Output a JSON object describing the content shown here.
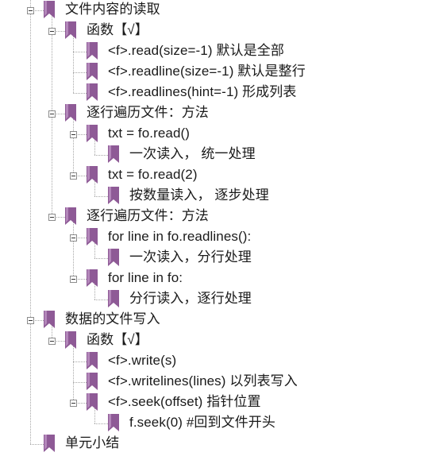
{
  "colors": {
    "bookmark": "#8e5a96",
    "guide": "#a6a6a6"
  },
  "icons": {
    "toggle": "collapse-minus-icon",
    "node": "bookmark-icon"
  },
  "nodes": [
    {
      "id": "file-read",
      "text": "文件内容的读取",
      "depth": 0,
      "expanded": true,
      "last": false
    },
    {
      "id": "read-functions",
      "text": "函数【√】",
      "depth": 1,
      "expanded": true,
      "last": false
    },
    {
      "id": "read-size",
      "text": "<f>.read(size=-1) 默认是全部",
      "depth": 2,
      "expanded": false,
      "last": false
    },
    {
      "id": "readline-size",
      "text": "<f>.readline(size=-1) 默认是整行",
      "depth": 2,
      "expanded": false,
      "last": false
    },
    {
      "id": "readlines-hint",
      "text": "<f>.readlines(hint=-1) 形成列表",
      "depth": 2,
      "expanded": false,
      "last": true
    },
    {
      "id": "iterate-method-1",
      "text": "逐行遍历文件：方法",
      "depth": 1,
      "expanded": true,
      "last": false
    },
    {
      "id": "txt-read",
      "text": "txt = fo.read()",
      "depth": 2,
      "expanded": true,
      "last": false
    },
    {
      "id": "read-once",
      "text": "一次读入， 统一处理",
      "depth": 3,
      "expanded": false,
      "last": true
    },
    {
      "id": "txt-read-2",
      "text": "txt = fo.read(2)",
      "depth": 2,
      "expanded": true,
      "last": true
    },
    {
      "id": "read-by-amount",
      "text": "按数量读入， 逐步处理",
      "depth": 3,
      "expanded": false,
      "last": true
    },
    {
      "id": "iterate-method-2",
      "text": "逐行遍历文件：方法",
      "depth": 1,
      "expanded": true,
      "last": true
    },
    {
      "id": "for-readlines",
      "text": "for line in fo.readlines():",
      "depth": 2,
      "expanded": true,
      "last": false
    },
    {
      "id": "read-once-lines",
      "text": "一次读入，分行处理",
      "depth": 3,
      "expanded": false,
      "last": true
    },
    {
      "id": "for-fo",
      "text": "for line in fo:",
      "depth": 2,
      "expanded": true,
      "last": true
    },
    {
      "id": "read-by-line",
      "text": "分行读入，逐行处理",
      "depth": 3,
      "expanded": false,
      "last": true
    },
    {
      "id": "file-write",
      "text": "数据的文件写入",
      "depth": 0,
      "expanded": true,
      "last": false
    },
    {
      "id": "write-functions",
      "text": "函数【√】",
      "depth": 1,
      "expanded": true,
      "last": true
    },
    {
      "id": "write-s",
      "text": "<f>.write(s)",
      "depth": 2,
      "expanded": false,
      "last": false
    },
    {
      "id": "writelines",
      "text": "<f>.writelines(lines) 以列表写入",
      "depth": 2,
      "expanded": false,
      "last": false
    },
    {
      "id": "seek-offset",
      "text": "<f>.seek(offset) 指针位置",
      "depth": 2,
      "expanded": true,
      "last": true
    },
    {
      "id": "seek-zero",
      "text": "f.seek(0) #回到文件开头",
      "depth": 3,
      "expanded": false,
      "last": true
    },
    {
      "id": "unit-summary",
      "text": "单元小结",
      "depth": 0,
      "expanded": false,
      "last": true
    }
  ]
}
